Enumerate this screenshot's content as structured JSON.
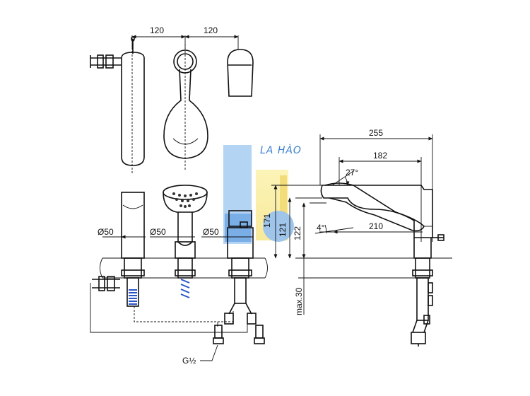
{
  "watermark": {
    "brand": "LA HÀO"
  },
  "plan_view": {
    "dim_left": "120",
    "dim_right": "120"
  },
  "front_view": {
    "diam_1": "Ø50",
    "diam_2": "Ø50",
    "diam_3": "Ø50",
    "thread": "G½"
  },
  "side_view": {
    "dim_255": "255",
    "dim_182": "182",
    "dim_210": "210",
    "angle_27": "27°",
    "angle_4": "4°",
    "dim_171": "171",
    "dim_121": "121",
    "dim_122": "122",
    "dim_max30": "max.30"
  },
  "colors": {
    "line": "#111111",
    "accent_blue": "#2a55c9",
    "watermark_blue": "#7fb2e5",
    "watermark_yellow": "#f3e27a"
  }
}
